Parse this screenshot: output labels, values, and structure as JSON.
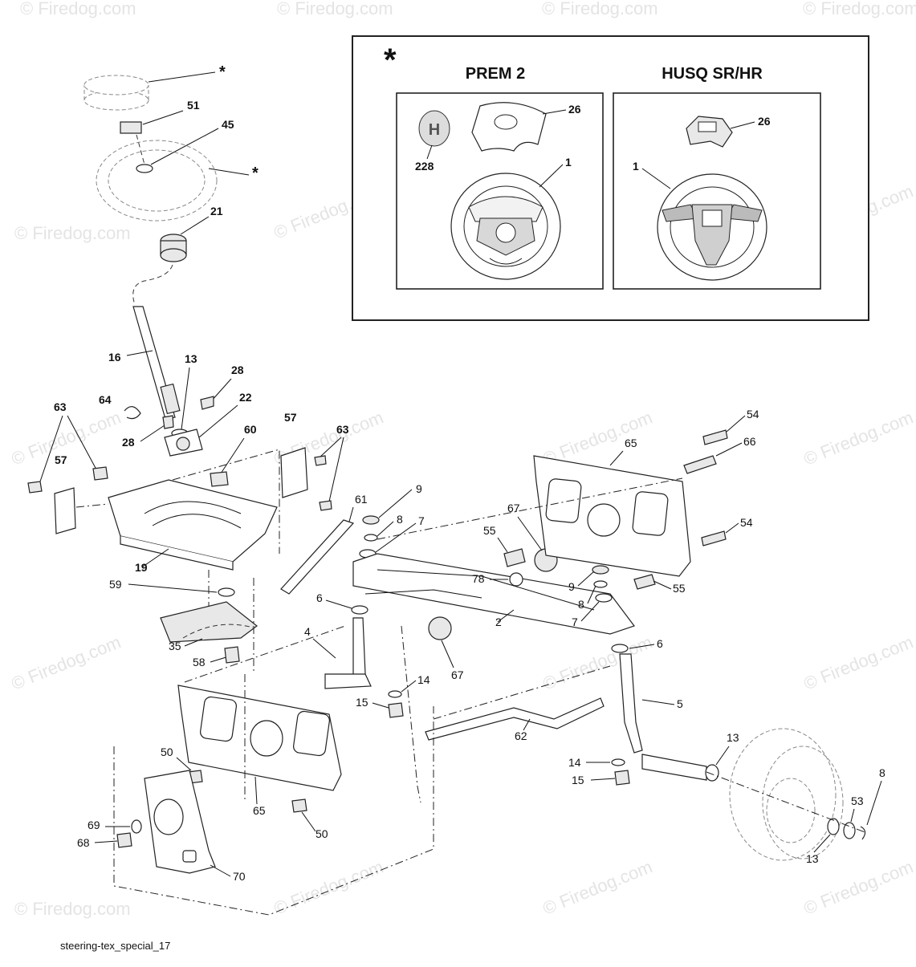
{
  "watermark": "© Firedog.com",
  "diagram_id": "steering-tex_special_17",
  "inset": {
    "asterisk": "*",
    "prem_heading": "PREM 2",
    "husq_heading": "HUSQ SR/HR",
    "prem_callouts": [
      "26",
      "228",
      "1"
    ],
    "husq_callouts": [
      "26",
      "1"
    ]
  },
  "callouts": {
    "star_top": "*",
    "star_wheel": "*",
    "c51": "51",
    "c45": "45",
    "c21": "21",
    "c16": "16",
    "c13a": "13",
    "c28a": "28",
    "c64": "64",
    "c28b": "28",
    "c22": "22",
    "c63a": "63",
    "c57a": "57",
    "c57b": "57",
    "c63b": "63",
    "c60": "60",
    "c19": "19",
    "c59": "59",
    "c35": "35",
    "c58": "58",
    "c61": "61",
    "c9a": "9",
    "c8a": "8",
    "c7a": "7",
    "c67a": "67",
    "c55a": "55",
    "c78": "78",
    "c65a": "65",
    "c54a": "54",
    "c66": "66",
    "c54b": "54",
    "c9b": "9",
    "c8b": "8",
    "c7b": "7",
    "c55b": "55",
    "c6a": "6",
    "c4": "4",
    "c67b": "67",
    "c2": "2",
    "c6b": "6",
    "c14a": "14",
    "c15a": "15",
    "c5": "5",
    "c62": "62",
    "c13b": "13",
    "c14b": "14",
    "c15b": "15",
    "c50a": "50",
    "c65b": "65",
    "c50b": "50",
    "c69": "69",
    "c68": "68",
    "c70": "70",
    "c53": "53",
    "c8c": "8",
    "c13c": "13"
  }
}
